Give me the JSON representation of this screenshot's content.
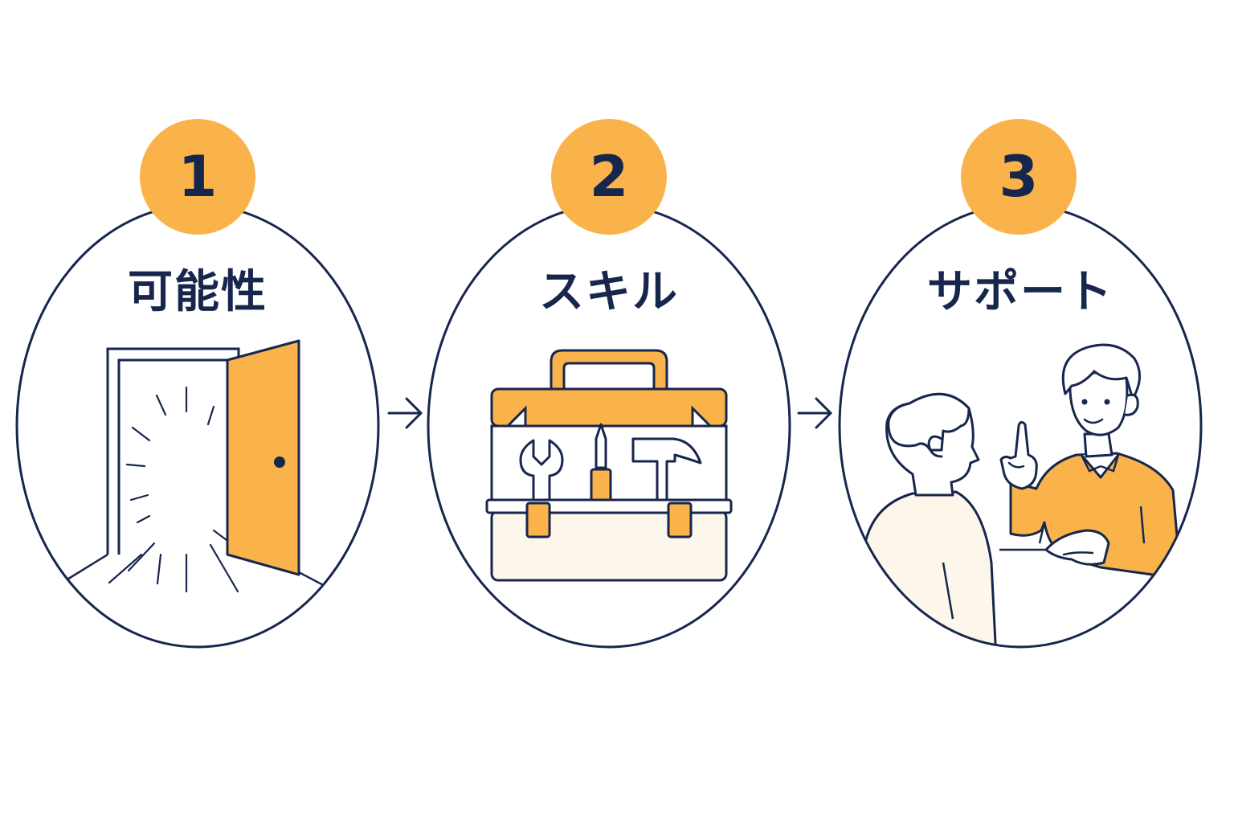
{
  "colors": {
    "navy": "#17264d",
    "orange": "#f9b34a",
    "cream": "#fdf6ea",
    "white": "#ffffff"
  },
  "steps": [
    {
      "number": "1",
      "title": "可能性",
      "icon": "open-door-icon"
    },
    {
      "number": "2",
      "title": "スキル",
      "icon": "toolbox-icon"
    },
    {
      "number": "3",
      "title": "サポート",
      "icon": "mentor-support-icon"
    }
  ],
  "connectors": [
    "arrow-right-icon",
    "arrow-right-icon"
  ]
}
